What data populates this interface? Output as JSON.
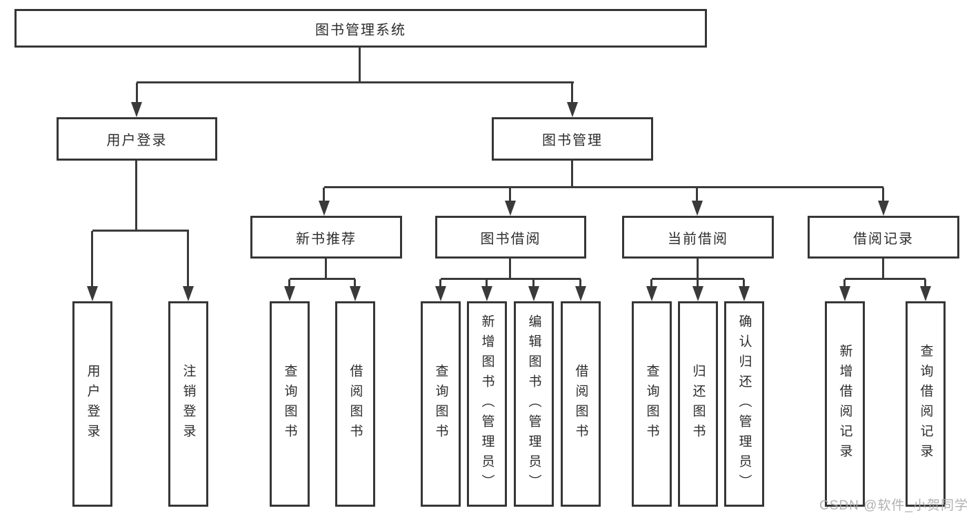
{
  "tree": {
    "root": {
      "label": "图书管理系统",
      "children": [
        {
          "label": "用户登录",
          "children": [
            {
              "label": "用户登录"
            },
            {
              "label": "注销登录"
            }
          ]
        },
        {
          "label": "图书管理",
          "children": [
            {
              "label": "新书推荐",
              "children": [
                {
                  "label": "查询图书"
                },
                {
                  "label": "借阅图书"
                }
              ]
            },
            {
              "label": "图书借阅",
              "children": [
                {
                  "label": "查询图书"
                },
                {
                  "label": "新增图书（管理员）"
                },
                {
                  "label": "编辑图书（管理员）"
                },
                {
                  "label": "借阅图书"
                }
              ]
            },
            {
              "label": "当前借阅",
              "children": [
                {
                  "label": "查询图书"
                },
                {
                  "label": "归还图书"
                },
                {
                  "label": "确认归还（管理员）"
                }
              ]
            },
            {
              "label": "借阅记录",
              "children": [
                {
                  "label": "新增借阅记录"
                },
                {
                  "label": "查询借阅记录"
                }
              ]
            }
          ]
        }
      ]
    }
  },
  "watermark": {
    "text": "CSDN @软件_小贺同学",
    "color": "#a8a8a8"
  },
  "colors": {
    "line": "#3a3a3a",
    "box_border": "#363636",
    "box_background": "#ffffff",
    "text": "#2d2d2d",
    "page_background": "#ffffff"
  }
}
